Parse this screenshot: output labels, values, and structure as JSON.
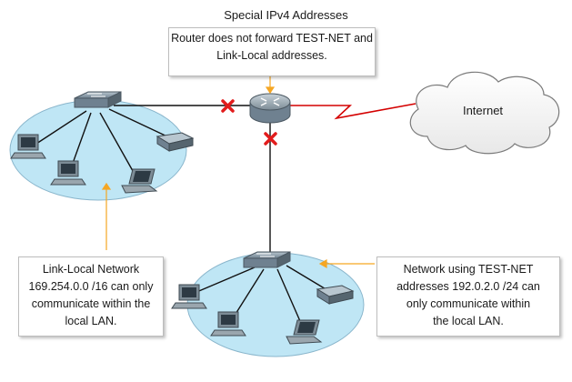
{
  "title": "Special IPv4 Addresses",
  "router_callout": {
    "line1": "Router does not forward TEST-NET and",
    "line2": "Link-Local addresses."
  },
  "internet_label": "Internet",
  "link_local_callout": {
    "line1": "Link-Local Network",
    "line2": "169.254.0.0 /16 can only",
    "line3": "communicate within the",
    "line4": "local LAN."
  },
  "test_net_callout": {
    "line1": "Network using TEST-NET",
    "line2": "addresses 192.0.2.0 /24 can",
    "line3": "only communicate within",
    "line4": "the local LAN."
  },
  "colors": {
    "lan_fill": "#bfe6f5",
    "lan_stroke": "#8ab6cc",
    "blocked_x": "#e21c1c",
    "wan_link": "#d40000",
    "callout_pointer": "#f5a623",
    "link": "#111111"
  },
  "icons": [
    "router-icon",
    "switch-icon",
    "pc-icon",
    "laptop-icon",
    "printer-icon",
    "cloud-icon",
    "blocked-x-icon",
    "serial-link-icon"
  ]
}
